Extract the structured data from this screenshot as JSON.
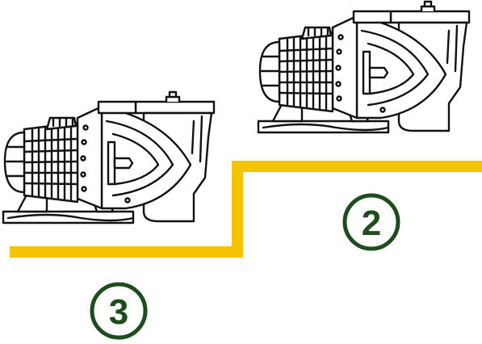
{
  "colors": {
    "line": "#111111",
    "fill": "#ffffff",
    "step": "#f5c400",
    "badge": "#1d4d1d"
  },
  "pumps": [
    {
      "id": "pump-upper",
      "icon": "pool-pump-icon"
    },
    {
      "id": "pump-lower",
      "icon": "pool-pump-icon"
    }
  ],
  "labels": {
    "upper": "2",
    "lower": "3"
  }
}
